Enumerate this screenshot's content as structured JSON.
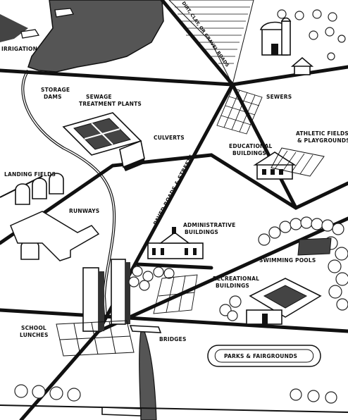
{
  "labels": {
    "irrigation": "IRRIGATION",
    "dirt_roads": "DIRT, CLAY, OR GRAVEL ROADS",
    "storage_dams_1": "STORAGE",
    "storage_dams_2": "DAMS",
    "sewage_1": "SEWAGE",
    "sewage_2": "TREATMENT PLANTS",
    "sewers": "SEWERS",
    "culverts": "CULVERTS",
    "athletic_1": "ATHLETIC FIELDS",
    "athletic_2": "& PLAYGROUNDS",
    "educational_1": "EDUCATIONAL",
    "educational_2": "BUILDINGS",
    "landing_fields": "LANDING FIELDS",
    "runways": "RUNWAYS",
    "paved_roads": "PAVED ROADS & STREETS",
    "administrative_1": "ADMINISTRATIVE",
    "administrative_2": "BUILDINGS",
    "swimming_pools": "SWIMMING POOLS",
    "recreational_1": "RECREATIONAL",
    "recreational_2": "BUILDINGS",
    "school_1": "SCHOOL",
    "school_2": "LUNCHES",
    "bridges": "BRIDGES",
    "parks": "PARKS & FAIRGROUNDS"
  }
}
